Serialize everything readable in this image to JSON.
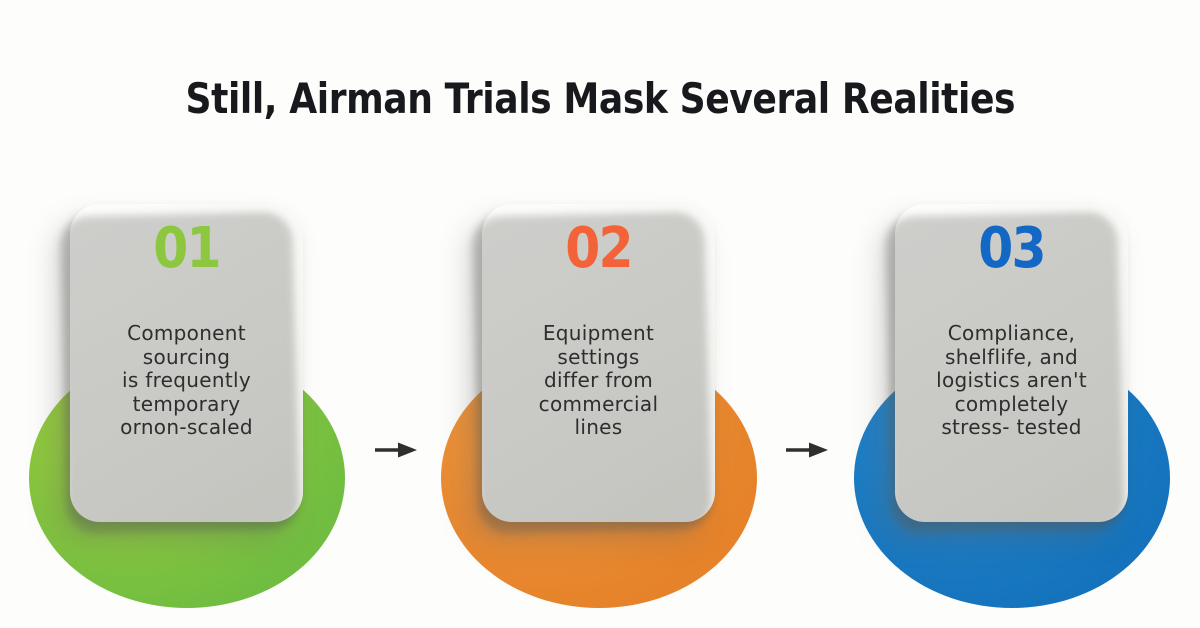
{
  "title": "Still, Airman Trials Mask Several Realities",
  "title_color": "#17191c",
  "background": "#fdfdfc",
  "text_color": "#2e2e2e",
  "cards": [
    {
      "number": "01",
      "number_color": "#8dc63f",
      "circle_colors": [
        "#a2ce3b",
        "#70bd41"
      ],
      "text": "Component\nsourcing\nis frequently\ntemporary\nornon-scaled"
    },
    {
      "number": "02",
      "number_color": "#f4623a",
      "circle_colors": [
        "#ef973d",
        "#e5822a"
      ],
      "text": "Equipment\nsettings\ndiffer from\ncommercial\nlines"
    },
    {
      "number": "03",
      "number_color": "#1367c5",
      "circle_colors": [
        "#2485cb",
        "#1473bc"
      ],
      "text": "Compliance,\nshelflife, and\nlogistics aren't\ncompletely\nstress- tested"
    }
  ],
  "arrows": {
    "icon": "arrow-right-icon",
    "color": "#2f2f2f"
  }
}
